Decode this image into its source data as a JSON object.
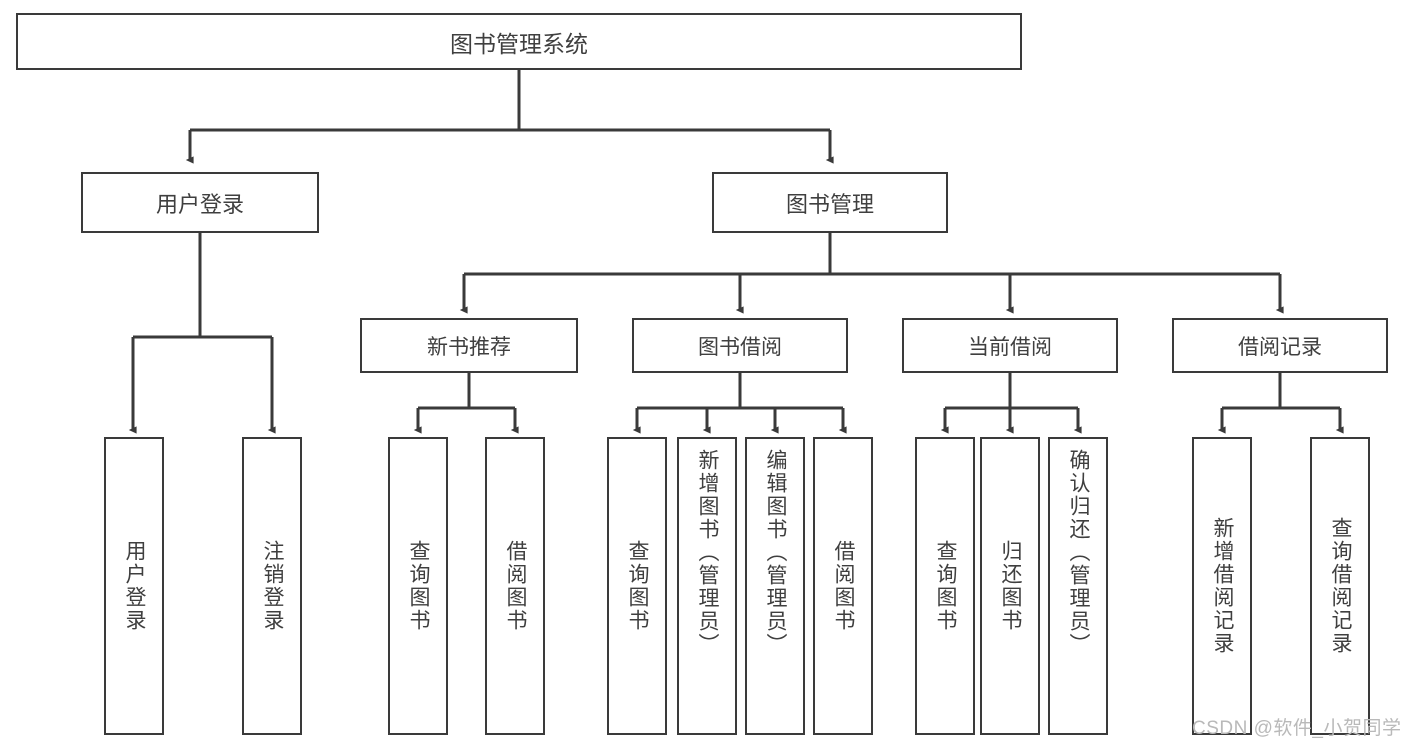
{
  "diagram": {
    "title": "图书管理系统",
    "type": "hierarchy-tree",
    "watermark": "CSDN @软件_小贺同学",
    "colors": {
      "box_border": "#3a3a3a",
      "box_fill": "#ffffff",
      "text": "#3f3f3f",
      "edge": "#3a3a3a",
      "watermark": "#b9b9b9"
    },
    "root": {
      "label": "图书管理系统"
    },
    "level2": [
      {
        "label": "用户登录"
      },
      {
        "label": "图书管理"
      }
    ],
    "level3": [
      {
        "label": "新书推荐"
      },
      {
        "label": "图书借阅"
      },
      {
        "label": "当前借阅"
      },
      {
        "label": "借阅记录"
      }
    ],
    "leaves": {
      "user_login": [
        {
          "label": "用户登录"
        },
        {
          "label": "注销登录"
        }
      ],
      "new_book_recommend": [
        {
          "label": "查询图书"
        },
        {
          "label": "借阅图书"
        }
      ],
      "book_borrow": [
        {
          "label": "查询图书"
        },
        {
          "label": "新增图书（管理员）"
        },
        {
          "label": "编辑图书（管理员）"
        },
        {
          "label": "借阅图书"
        }
      ],
      "current_borrow": [
        {
          "label": "查询图书"
        },
        {
          "label": "归还图书"
        },
        {
          "label": "确认归还（管理员）"
        }
      ],
      "borrow_record": [
        {
          "label": "新增借阅记录"
        },
        {
          "label": "查询借阅记录"
        }
      ]
    }
  }
}
